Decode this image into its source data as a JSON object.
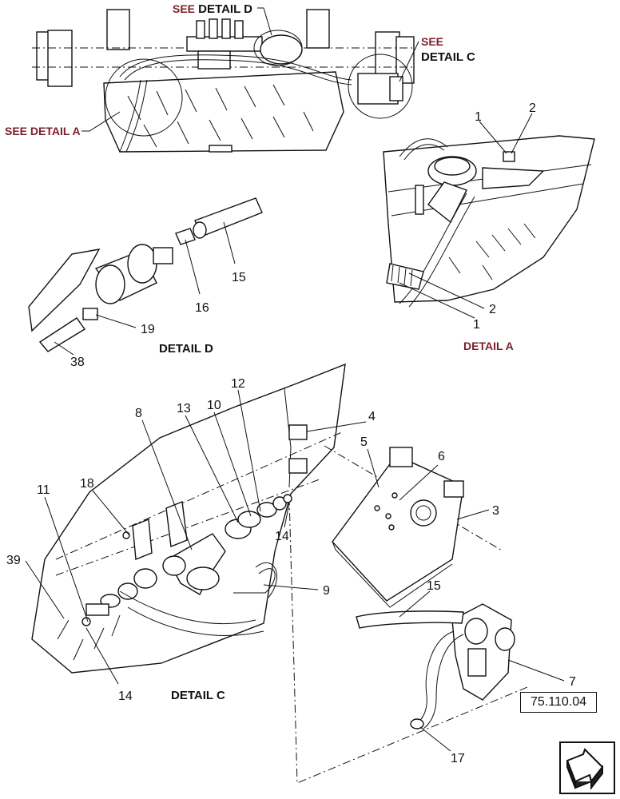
{
  "callouts": {
    "see_detail_d": {
      "see": "SEE",
      "rest": " DETAIL D"
    },
    "see_detail_c": {
      "line1": "SEE",
      "line2": "DETAIL C"
    },
    "see_detail_a": "SEE DETAIL A"
  },
  "captions": {
    "detail_a": "DETAIL A",
    "detail_d": "DETAIL D",
    "detail_c": "DETAIL C"
  },
  "part_numbers": {
    "p1_top": "1",
    "p2_top": "2",
    "p2_bottom": "2",
    "p1_bottom": "1",
    "p15_d": "15",
    "p16": "16",
    "p19": "19",
    "p38": "38",
    "p12": "12",
    "p4": "4",
    "p8": "8",
    "p13": "13",
    "p10": "10",
    "p5": "5",
    "p6": "6",
    "p3": "3",
    "p18": "18",
    "p11": "11",
    "p14_a": "14",
    "p39": "39",
    "p9": "9",
    "p15_c": "15",
    "p7": "7",
    "p14_b": "14",
    "p17": "17"
  },
  "reference": "75.110.04",
  "icons": {
    "next": "arrow-next-icon"
  }
}
